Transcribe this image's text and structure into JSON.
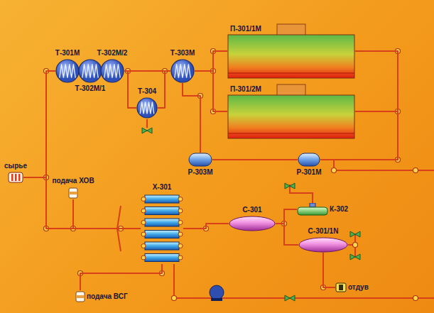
{
  "diagram": {
    "nodes": [
      {
        "text": [
          "сырье"
        ]
      },
      {
        "text": [
          "Т-301М"
        ]
      },
      {
        "text": [
          "Т-302М/1"
        ]
      },
      {
        "text": [
          "Т-302М/2"
        ]
      },
      {
        "text": [
          "Т-304"
        ]
      },
      {
        "text": [
          "Т-303М"
        ]
      },
      {
        "text": [
          "П-301/1М"
        ]
      },
      {
        "text": [
          "П-301/2М"
        ]
      },
      {
        "text": [
          "Р-303М"
        ]
      },
      {
        "text": [
          "Р-301М"
        ]
      },
      {
        "text": [
          "подача ХОВ"
        ]
      },
      {
        "text": [
          "Х-301"
        ]
      },
      {
        "text": [
          "С-301"
        ]
      },
      {
        "text": [
          "К-302"
        ]
      },
      {
        "text": [
          "С-301/1N"
        ]
      },
      {
        "text": [
          "подача ВСГ"
        ]
      },
      {
        "text": [
          "отдув"
        ]
      }
    ],
    "edges": [
      {
        "from": 0,
        "to": 1,
        "arrow": "none"
      },
      {
        "from": 1,
        "to": 2,
        "arrow": "none"
      },
      {
        "from": 2,
        "to": 3,
        "arrow": "none"
      },
      {
        "from": 3,
        "to": 5,
        "arrow": "none"
      },
      {
        "from": 3,
        "to": 4,
        "arrow": "none"
      },
      {
        "from": 4,
        "to": 5,
        "arrow": "none"
      },
      {
        "from": 5,
        "to": 6,
        "arrow": "none"
      },
      {
        "from": 5,
        "to": 7,
        "arrow": "none"
      },
      {
        "from": 6,
        "to": 9,
        "arrow": "none"
      },
      {
        "from": 7,
        "to": 9,
        "arrow": "none"
      },
      {
        "from": 9,
        "to": 8,
        "arrow": "none"
      },
      {
        "from": 8,
        "to": 5,
        "arrow": "none"
      },
      {
        "from": 0,
        "to": 11,
        "arrow": "none"
      },
      {
        "from": 10,
        "to": 11,
        "arrow": "none"
      },
      {
        "from": 11,
        "to": 12,
        "arrow": "none"
      },
      {
        "from": 12,
        "to": 13,
        "arrow": "none"
      },
      {
        "from": 12,
        "to": 14,
        "arrow": "none"
      },
      {
        "from": 15,
        "to": 11,
        "arrow": "none"
      },
      {
        "from": 14,
        "to": 16,
        "arrow": "none"
      }
    ]
  }
}
